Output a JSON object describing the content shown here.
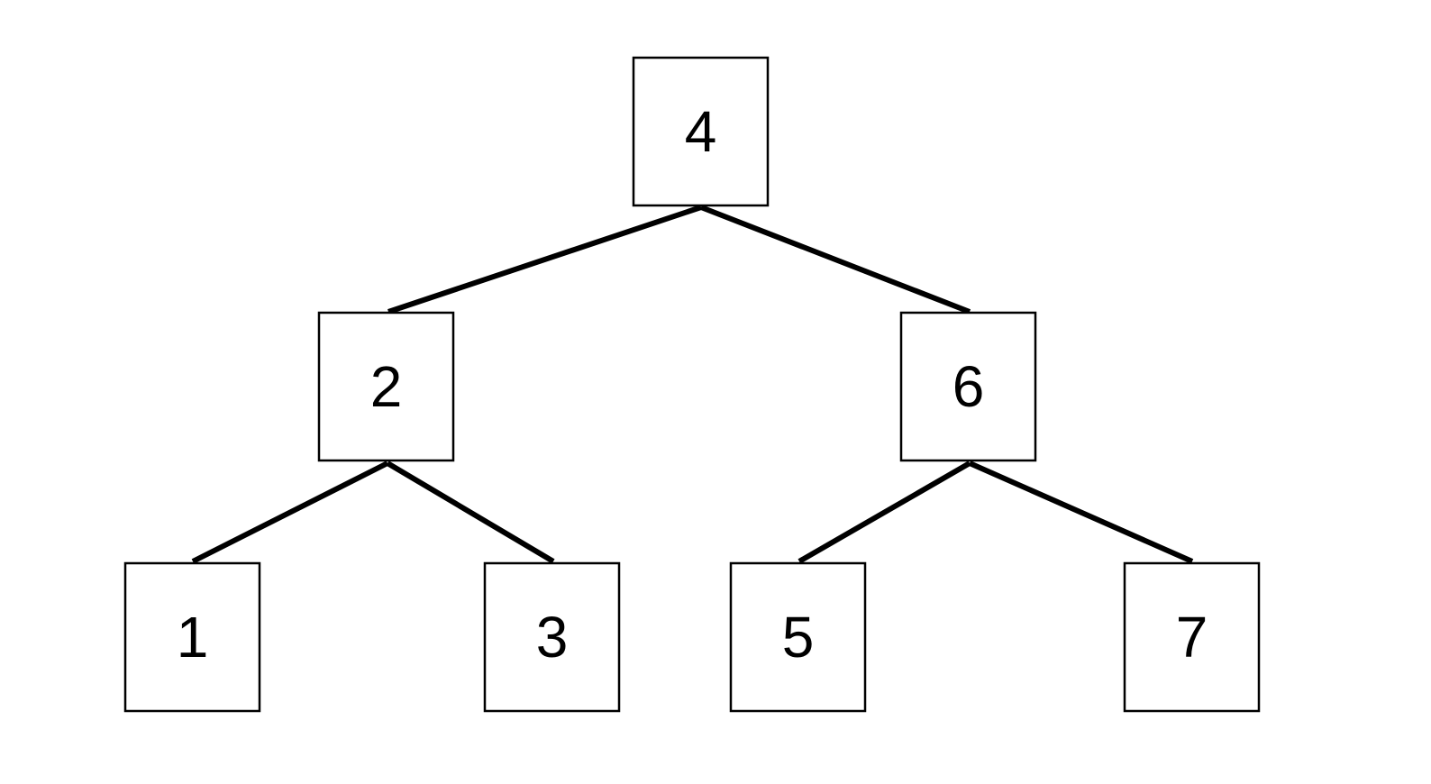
{
  "diagram": {
    "type": "binary-tree",
    "nodes": [
      {
        "id": "n4",
        "label": "4"
      },
      {
        "id": "n2",
        "label": "2"
      },
      {
        "id": "n6",
        "label": "6"
      },
      {
        "id": "n1",
        "label": "1"
      },
      {
        "id": "n3",
        "label": "3"
      },
      {
        "id": "n5",
        "label": "5"
      },
      {
        "id": "n7",
        "label": "7"
      }
    ],
    "edges": [
      {
        "from": "n4",
        "to": "n2"
      },
      {
        "from": "n4",
        "to": "n6"
      },
      {
        "from": "n2",
        "to": "n1"
      },
      {
        "from": "n2",
        "to": "n3"
      },
      {
        "from": "n6",
        "to": "n5"
      },
      {
        "from": "n6",
        "to": "n7"
      }
    ],
    "colors": {
      "stroke": "#000000",
      "fill": "#ffffff",
      "text": "#000000"
    }
  }
}
